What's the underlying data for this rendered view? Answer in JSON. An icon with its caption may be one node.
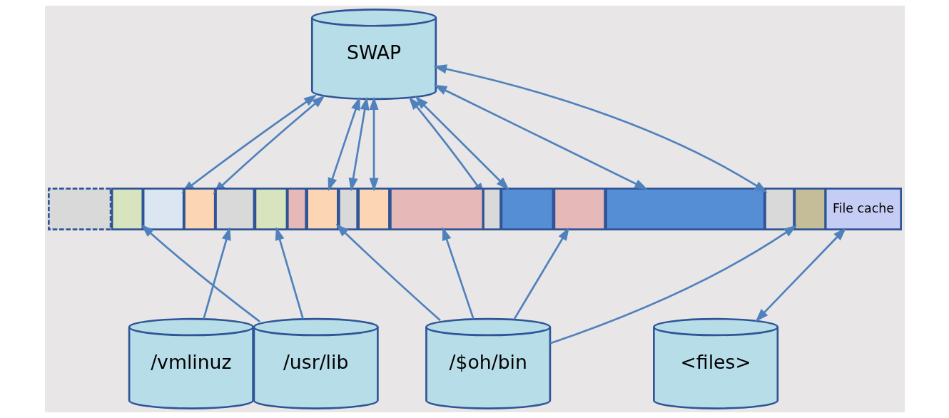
{
  "diagram": {
    "nodes": [
      {
        "text": [
          "SWAP"
        ]
      },
      {
        "text": [],
        "shape": "box"
      },
      {
        "text": [],
        "shape": "box"
      },
      {
        "text": [],
        "shape": "box"
      },
      {
        "text": [],
        "shape": "box"
      },
      {
        "text": [],
        "shape": "box"
      },
      {
        "text": [],
        "shape": "box"
      },
      {
        "text": [],
        "shape": "box"
      },
      {
        "text": [],
        "shape": "box"
      },
      {
        "text": [],
        "shape": "box"
      },
      {
        "text": [],
        "shape": "box"
      },
      {
        "text": [],
        "shape": "box"
      },
      {
        "text": [],
        "shape": "box"
      },
      {
        "text": [],
        "shape": "box"
      },
      {
        "text": [],
        "shape": "box"
      },
      {
        "text": [],
        "shape": "box"
      },
      {
        "text": [],
        "shape": "box"
      },
      {
        "text": [],
        "shape": "box"
      },
      {
        "text": [
          "File cache"
        ]
      },
      {
        "text": [
          "/vmlinuz"
        ]
      },
      {
        "text": [
          "/usr/lib"
        ]
      },
      {
        "text": [
          "/$oh/bin"
        ]
      },
      {
        "text": [
          "<files>"
        ]
      }
    ],
    "edges": [
      {
        "from": 0,
        "to": 3,
        "arrow": "both"
      },
      {
        "from": 0,
        "to": 4,
        "arrow": "both"
      },
      {
        "from": 0,
        "to": 8,
        "arrow": "both"
      },
      {
        "from": 0,
        "to": 9,
        "arrow": "both"
      },
      {
        "from": 0,
        "to": 10,
        "arrow": "both"
      },
      {
        "from": 0,
        "to": 12,
        "arrow": "both"
      },
      {
        "from": 0,
        "to": 13,
        "arrow": "both"
      },
      {
        "from": 0,
        "to": 15,
        "arrow": "both"
      },
      {
        "from": 0,
        "to": 16,
        "arrow": "both"
      },
      {
        "from": 19,
        "to": 5,
        "arrow": "to"
      },
      {
        "from": 20,
        "to": 2,
        "arrow": "to"
      },
      {
        "from": 20,
        "to": 6,
        "arrow": "to"
      },
      {
        "from": 21,
        "to": 8,
        "arrow": "to"
      },
      {
        "from": 21,
        "to": 11,
        "arrow": "to"
      },
      {
        "from": 21,
        "to": 14,
        "arrow": "to"
      },
      {
        "from": 21,
        "to": 17,
        "arrow": "to"
      },
      {
        "from": 22,
        "to": 18,
        "arrow": "both"
      }
    ]
  }
}
